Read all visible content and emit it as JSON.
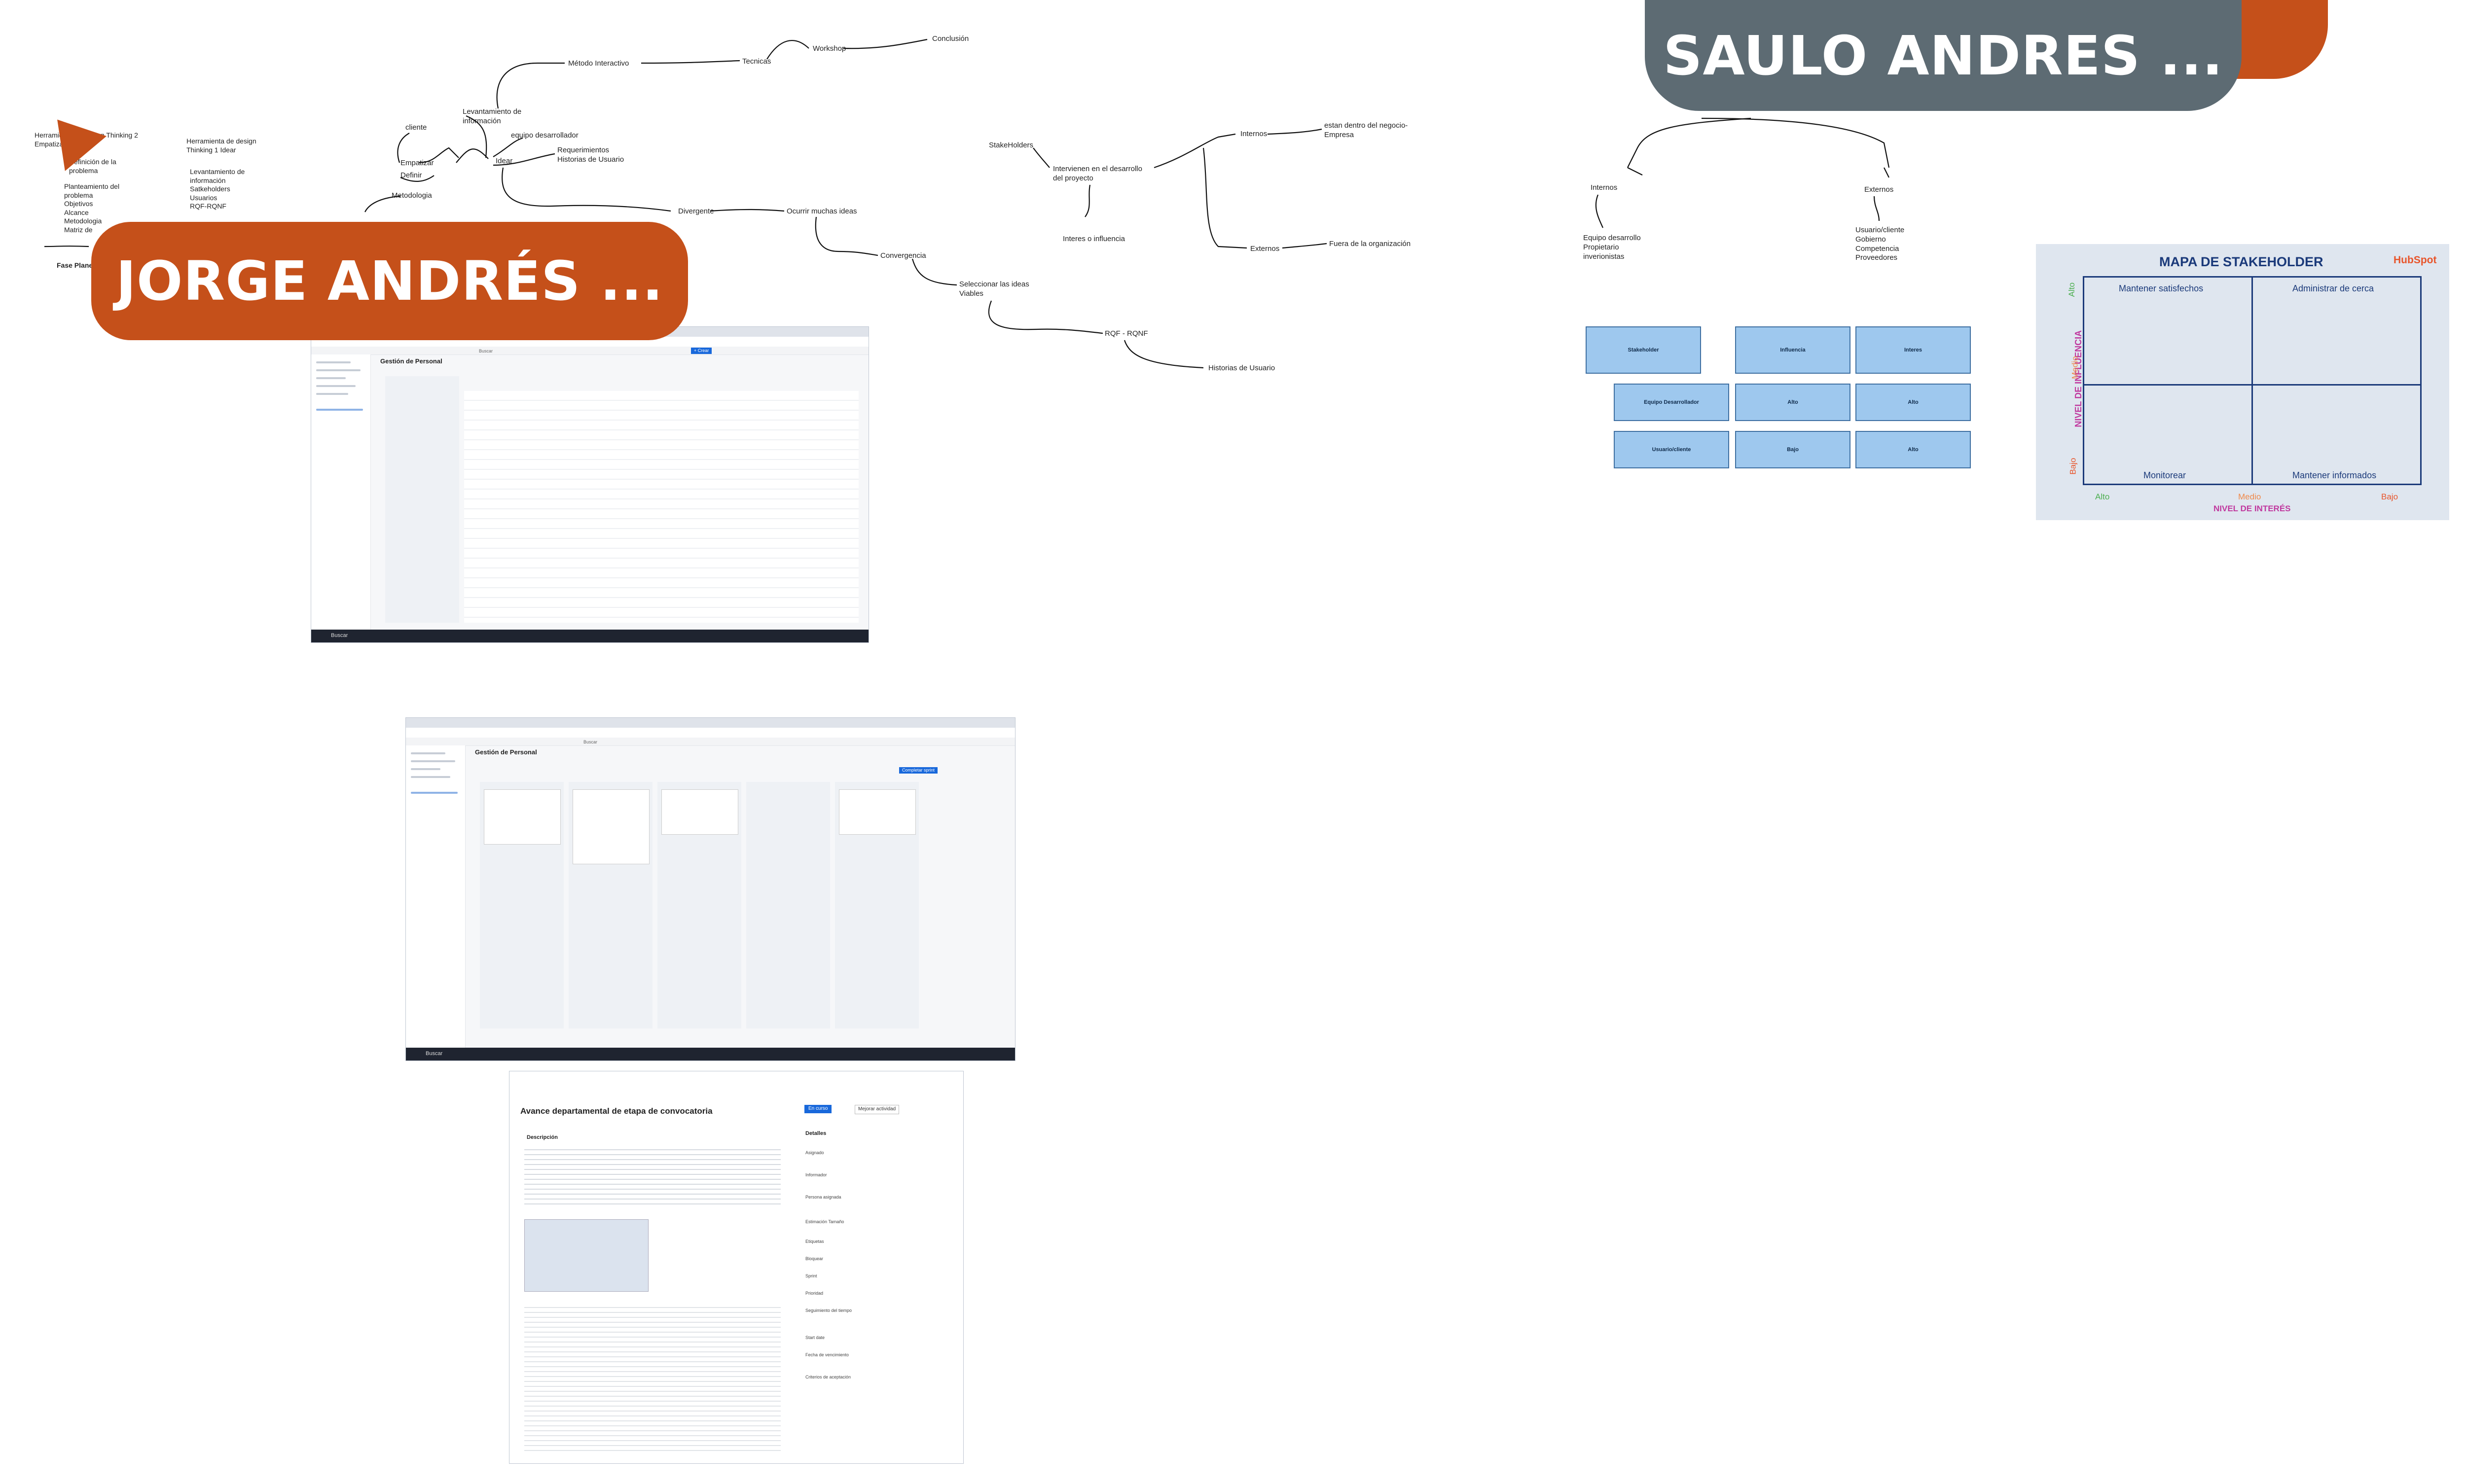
{
  "tags": {
    "jorge": {
      "name": "JORGE ANDRÉS ...",
      "color": "#c5501a"
    },
    "saulo": {
      "name": "SAULO ANDRES ...",
      "color": "#5d6b73",
      "accent": "#c5501a"
    }
  },
  "mindmap_left": {
    "herramienta_2": "Herramienta de design Thinking 2\nEmpatizar",
    "definicion": "Definición de la\nproblema",
    "planteamiento": "Planteamiento del\nproblema\nObjetivos\nAlcance\nMetodologia\nMatriz de",
    "fase": "Fase Planea",
    "herramienta_1": "Herramienta de design\nThinking 1 Idear",
    "levantamiento_list": "Levantamiento de\ninformación\nSatkeholders\nUsuarios\nRQF-RQNF",
    "cliente": "cliente",
    "empatizar": "Empatizar",
    "definir": "Definir",
    "metodologia": "Metodologia",
    "levantamiento": "Levantamiento de\ninformación",
    "equipo": "equipo desarrollador",
    "idear": "Idear",
    "requerimientos": "Requerimientos\nHistorias de Usuario",
    "metodo": "Método Interactivo",
    "tecnicas": "Tecnicas",
    "workshop": "Workshop",
    "conclusion": "Conclusión",
    "divergente": "Divergente",
    "ocurrir": "Ocurrir muchas ideas",
    "convergencia": "Convergencia",
    "seleccionar": "Seleccionar las ideas\nViables",
    "rqf": "RQF - RQNF",
    "historias": "Historias de Usuario"
  },
  "mindmap_mid": {
    "stakeholders": "StakeHolders",
    "intervienen": "Intervienen en el desarrollo\ndel proyecto",
    "interes": "Interes o influencia",
    "internos": "Internos",
    "estan_dentro": "estan dentro del negocio-\nEmpresa",
    "externos": "Externos",
    "fuera": "Fuera de la organización"
  },
  "mindmap_right": {
    "internos": "Internos",
    "internos_list": "Equipo desarrollo\nPropietario\ninverionistas",
    "externos": "Externos",
    "externos_list": "Usuario/cliente\nGobierno\nCompetencia\nProveedores"
  },
  "stake_boxes": [
    "Stakeholder",
    "Influencia",
    "Interes",
    "Equipo Desarrollador",
    "Alto",
    "Alto",
    "Usuario/cliente",
    "Bajo",
    "Alto"
  ],
  "matrix": {
    "title": "MAPA DE STAKEHOLDER",
    "brand": "HubSpot",
    "q1": "Mantener satisfechos",
    "q2": "Administrar de cerca",
    "q3": "Monitorear",
    "q4": "Mantener informados",
    "y_axis": "NIVEL DE INFLUENCIA",
    "x_axis": "NIVEL DE INTERÉS",
    "y_alto": "Alto",
    "y_medio": "Medio",
    "y_bajo": "Bajo",
    "x_alto": "Alto",
    "x_medio": "Medio",
    "x_bajo": "Bajo",
    "colors": {
      "title": "#1b3a7a",
      "alto": "#4caf50",
      "medio": "#f08a4b",
      "bajo": "#e8552b",
      "axis": "#c0399f"
    }
  },
  "screenshot1": {
    "project": "Gestión de Personal",
    "search": "Buscar",
    "create": "+ Crear"
  },
  "screenshot2": {
    "project": "Gestión de Personal",
    "search": "Buscar",
    "create": "Completar sprint"
  },
  "issue": {
    "title": "Avance departamental de etapa de convocatoria",
    "section": "Descripción",
    "details": "Detalles",
    "status": "En curso",
    "improve": "Mejorar actividad",
    "fields": [
      "Asignado",
      "Informador",
      "Persona asignada",
      "Estimación Tamaño",
      "Etiquetas",
      "Bloquear",
      "Sprint",
      "Prioridad",
      "Seguimiento del tiempo",
      "Start date",
      "Fecha de vencimiento",
      "Criterios de aceptación"
    ]
  }
}
